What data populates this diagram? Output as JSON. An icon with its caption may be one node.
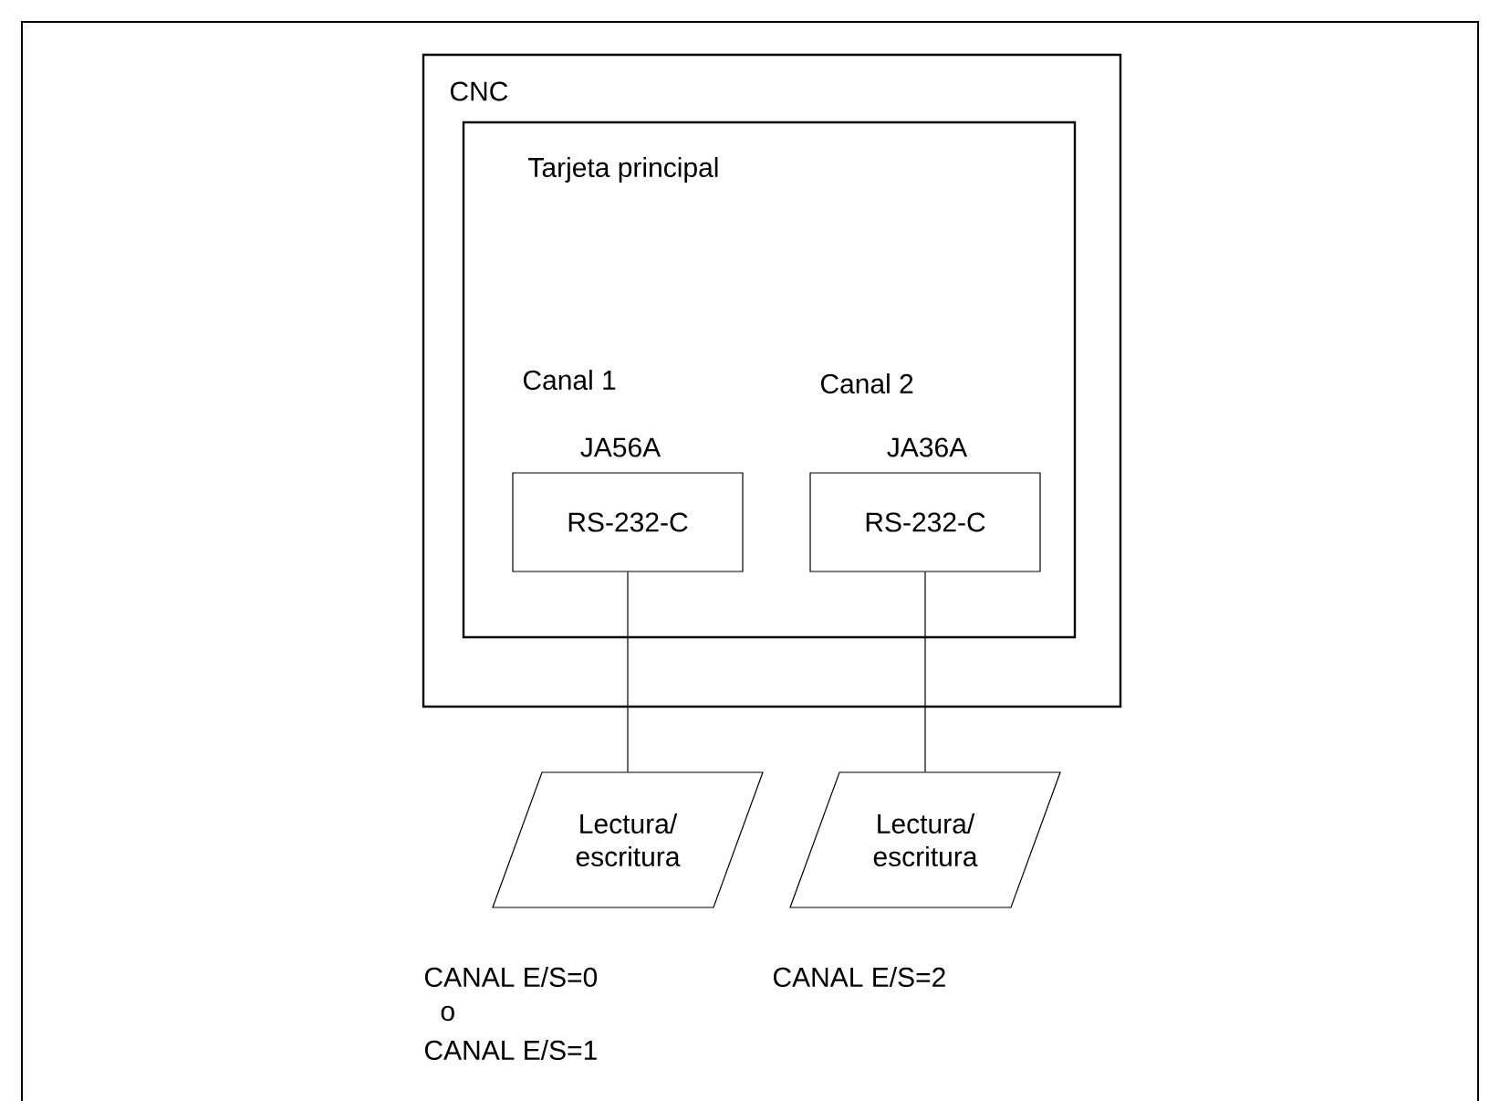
{
  "diagram": {
    "nodes": [
      {
        "text": [
          "CNC"
        ]
      },
      {
        "text": [
          "Tarjeta principal"
        ],
        "in": 0
      },
      {
        "text": [
          "RS-232-C"
        ],
        "in": 1,
        "beside": [
          "Canal 1",
          "JA56A"
        ]
      },
      {
        "text": [
          "RS-232-C"
        ],
        "in": 1,
        "beside": [
          "Canal 2",
          "JA36A"
        ]
      },
      {
        "text": [
          "Lectura/ escritura"
        ]
      },
      {
        "text": [
          "Lectura/ escritura"
        ]
      }
    ],
    "edges": [
      {
        "from": 2,
        "to": 4,
        "arrow": "none"
      },
      {
        "from": 3,
        "to": 5,
        "arrow": "none"
      }
    ],
    "labels": [
      "CANAL E/S=0",
      "o",
      "CANAL E/S=1",
      "CANAL E/S=2"
    ]
  }
}
